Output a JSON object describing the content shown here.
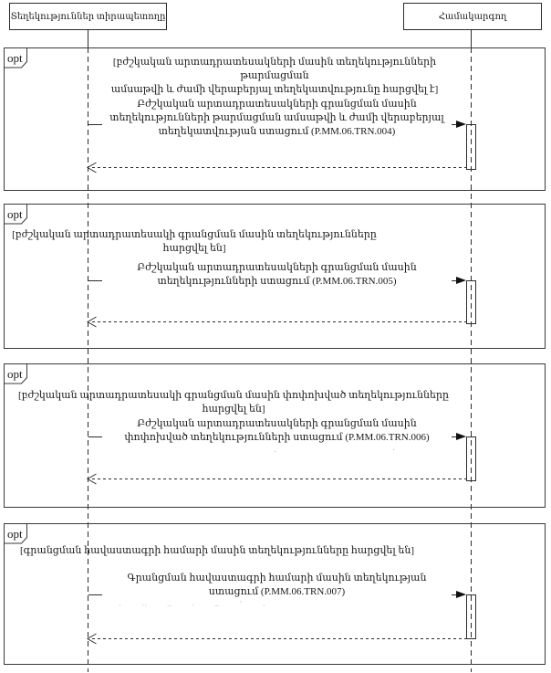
{
  "diagram": {
    "type": "uml-sequence",
    "colors": {
      "stroke": "#2b2b2b",
      "background": "#ffffff"
    },
    "actors": [
      {
        "id": "information-holder",
        "label": "Տեղեկություններ տիրապետողը"
      },
      {
        "id": "coordinator",
        "label": "Համակարգող"
      }
    ],
    "fragments": [
      {
        "operator": "opt",
        "guard_lines": [
          "[բժշկական արտադրատեսակների մասին տեղեկությունների թարմացման",
          "ամսաթվի և ժամի վերաբերյալ տեղեկատվությունը հարցվել է]"
        ],
        "message_lines": [
          "Բժշկական արտադրատեսակների գրանցման մասին",
          "տեղեկությունների թարմացման ամսաթվի և ժամի վերաբերյալ",
          "տեղեկատվության ստացում (P.MM.06.TRN.004)"
        ]
      },
      {
        "operator": "opt",
        "guard_lines": [
          "[բժշկական արտադրատեսակի գրանցման մասին տեղեկությունները հարցվել են]"
        ],
        "message_lines": [
          "Բժշկական արտադրատեսակների գրանցման մասին",
          "տեղեկությունների ստացում (P.MM.06.TRN.005)"
        ]
      },
      {
        "operator": "opt",
        "guard_lines": [
          "[բժշկական արտադրատեսակի գրանցման մասին փոփոխված տեղեկությունները հարցվել են]"
        ],
        "message_lines": [
          "Բժշկական արտադրատեսակների գրանցման մասին",
          "փոփոխված տեղեկությունների ստացում (P.MM.06.TRN.006)"
        ]
      },
      {
        "operator": "opt",
        "guard_lines": [
          "[գրանցման հավաստագրի համարի մասին տեղեկությունները հարցվել են]"
        ],
        "message_lines": [
          "Գրանցման հավաստագրի համարի մասին տեղեկության",
          "ստացում (P.MM.06.TRN.007)"
        ]
      }
    ],
    "faded_marks": {
      "fragment1": [
        "-",
        "-"
      ],
      "fragment3": [
        "·",
        "·"
      ],
      "fragment4": "· ··  –    ·   –     ՝    ·"
    }
  }
}
